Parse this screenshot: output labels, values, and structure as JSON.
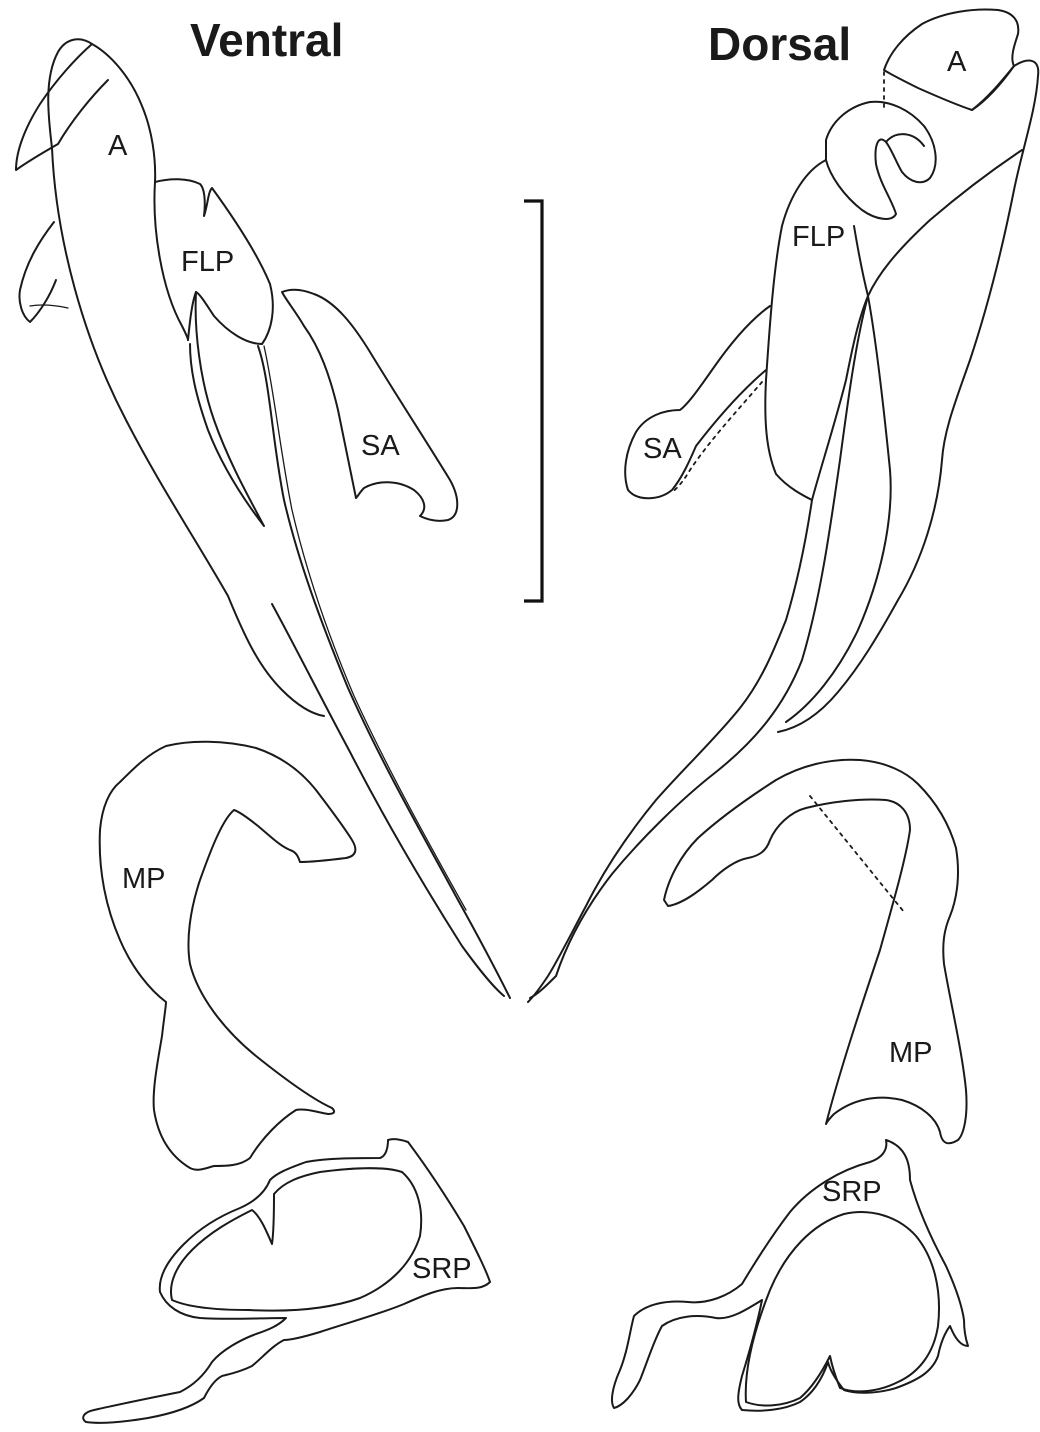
{
  "headings": {
    "ventral": "Ventral",
    "dorsal": "Dorsal"
  },
  "ventral_labels": {
    "a": "A",
    "flp": "FLP",
    "sa": "SA",
    "mp": "MP",
    "srp": "SRP"
  },
  "dorsal_labels": {
    "a": "A",
    "flp": "FLP",
    "sa": "SA",
    "mp": "MP",
    "srp": "SRP"
  },
  "colors": {
    "stroke": "#1a1a1a",
    "background": "#ffffff"
  }
}
